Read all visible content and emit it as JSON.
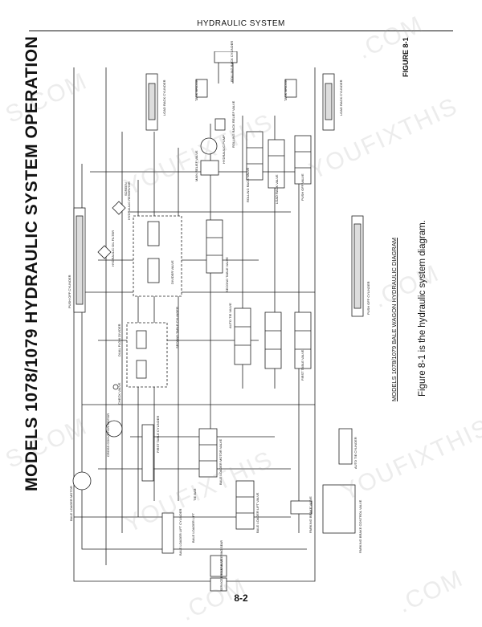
{
  "header": {
    "title": "HYDRAULIC SYSTEM"
  },
  "main_title": "MODELS 1078/1079 HYDRAULIC SYSTEM OPERATION",
  "figure_label": "FIGURE 8-1",
  "diagram_caption": "MODELS 1078/1079 BALE WAGON HYDRAULIC DIAGRAM",
  "body_text": "Figure 8-1 is the hydraulic system diagram.",
  "page_number": "8-2",
  "watermarks": [
    "YOUFIXTHIS",
    "YOUFIXTHIS",
    "YOUFIXTHIS",
    "YOUFIXTHIS",
    ".COM",
    ".COM",
    ".COM",
    ".COM",
    "S.COM",
    "S.COM"
  ],
  "diagram_labels": {
    "rolling_rack_cylinder": "ROLLING RACK CYLINDER",
    "load_rack_cylinder_left": "LOAD RACK CYLINDER",
    "load_rack_cylinder_right": "LOAD RACK CYLINDER",
    "tank_bridge_left": "TANK BRIDGE",
    "tank_bridge_right": "TANK BRIDGE",
    "hydraulic_reservoir": "HYDRAULIC RESERVOIR",
    "screen": "SCREEN",
    "hydraulic_oil_filter": "HYDRAULIC OIL FILTER",
    "push_off_cylinder_left": "PUSH OFF CYLINDER",
    "push_off_cylinder_right": "PUSH OFF CYLINDER",
    "main_relief_valve": "MAIN RELIEF VALVE",
    "hydraulic_pump": "HYDRAULIC PUMP",
    "rolling_rack_relief_valve": "ROLLING RACK RELIEF VALVE",
    "rolling_rack_valve": "ROLLING RACK VALVE",
    "load_rack_valve": "LOAD RACK VALVE",
    "push_off_valve": "PUSH OFF VALVE",
    "divider_valve": "DIVIDER VALVE",
    "second_table_valve": "SECOND TABLE VALVE",
    "check_valve": "CHECK VALVE",
    "dual_flow_divider": "DUAL FLOW DIVIDER",
    "second_table_cylinder": "SECOND TABLE CYLINDER",
    "cross_conveyor_motor": "CROSS CONVEYOR MOTOR",
    "first_table_cylinder": "FIRST TABLE CYLINDER",
    "auto_tie_valve": "AUTO TIE VALVE",
    "first_table_valve": "FIRST TABLE VALVE",
    "bale_loader_motor_valve": "BALE LOADER MOTOR VALVE",
    "bale_loader_motor": "BALE LOADER MOTOR",
    "bale_loader_lift_cylinder": "BALE LOADER LIFT CYLINDER",
    "bale_loader_lift_valve": "BALE LOADER LIFT VALVE",
    "parking_brake_valve": "PARKING BRAKE VALVE",
    "parking_brake_control_valve": "PARKING BRAKE CONTROL VALVE",
    "auto_tie_cylinder": "AUTO TIE CYLINDER",
    "power_steering_gear": "POWER STEERING GEAR",
    "service_brake_valve": "SERVICE BRAKE VALVE",
    "bale_loader_lift_label": "BALE LOADER LIFT",
    "tie_bar": "TIE BAR"
  }
}
